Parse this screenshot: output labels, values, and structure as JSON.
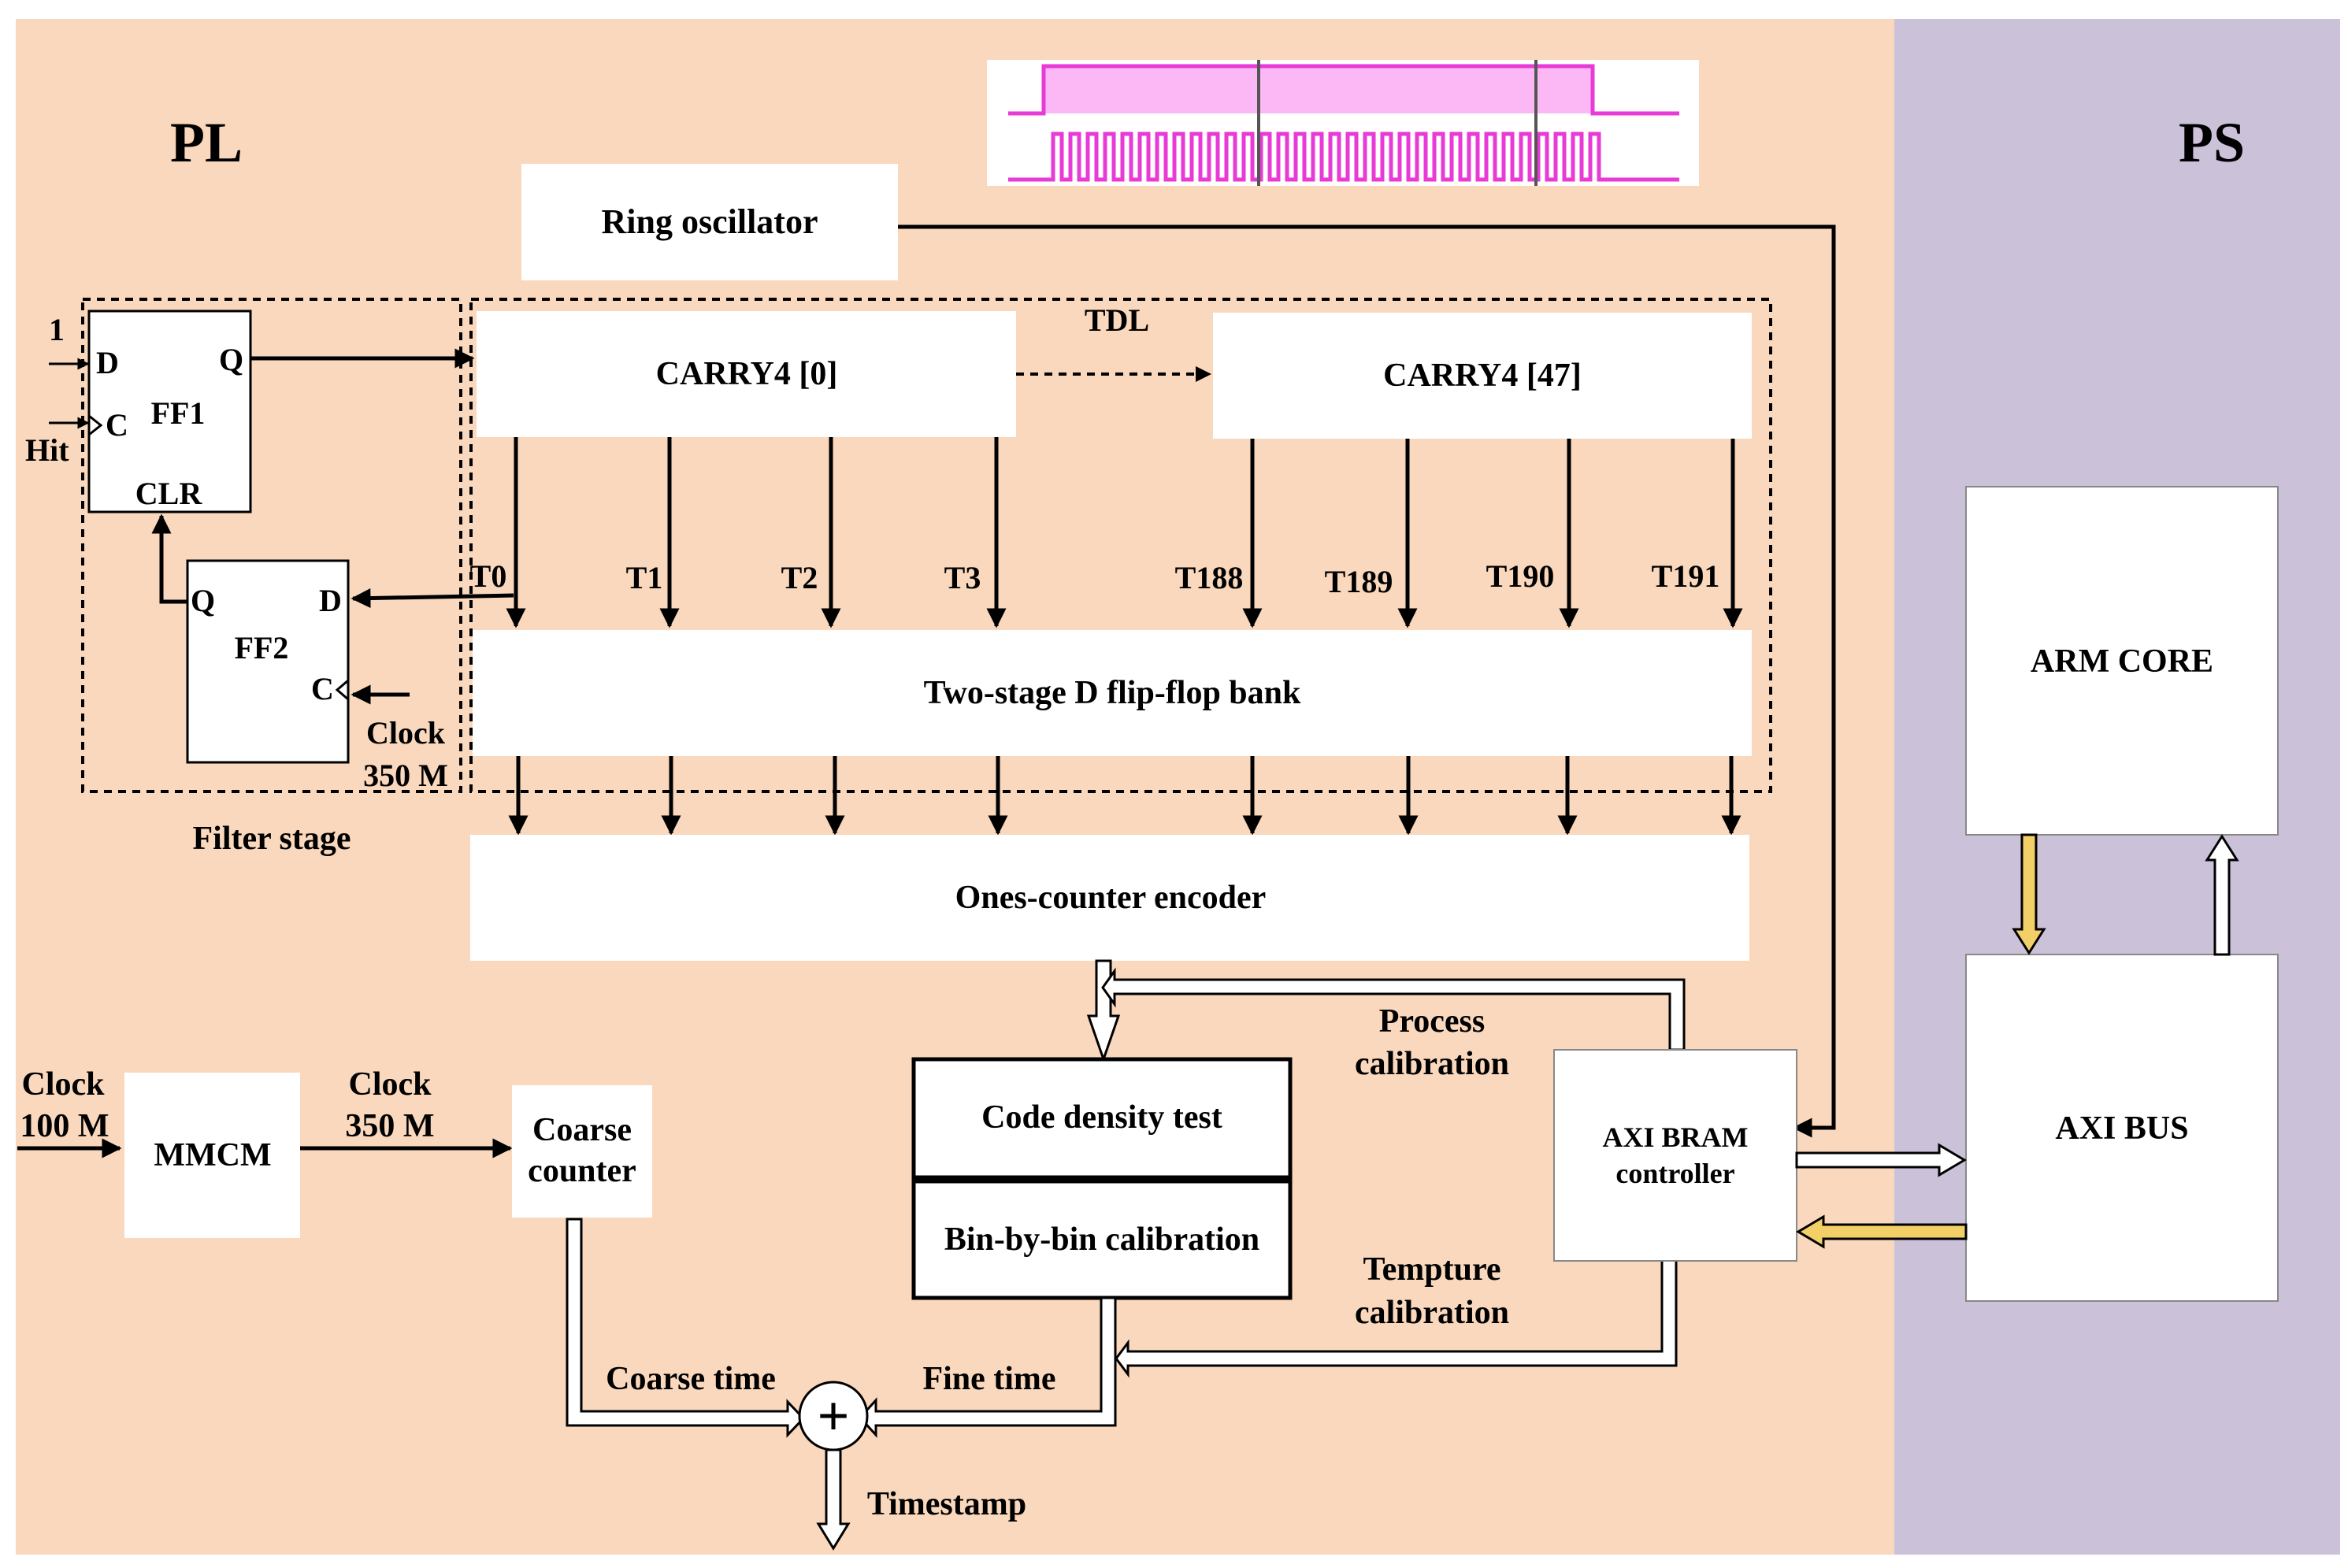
{
  "regions": {
    "pl": "PL",
    "ps": "PS"
  },
  "labels": {
    "ring_oscillator": "Ring oscillator",
    "tdl": "TDL",
    "carry4_first": "CARRY4 [0]",
    "carry4_last": "CARRY4 [47]",
    "ff1": "FF1",
    "ff2": "FF2",
    "input_one": "1",
    "hit": "Hit",
    "pin_d": "D",
    "pin_q": "Q",
    "pin_c": "C",
    "pin_clr": "CLR",
    "clock_350_a": "Clock",
    "clock_350_b": "350 M",
    "filter_stage": "Filter stage",
    "taps": [
      "T0",
      "T1",
      "T2",
      "T3",
      "T188",
      "T189",
      "T190",
      "T191"
    ],
    "ff_bank": "Two-stage D flip-flop bank",
    "encoder": "Ones-counter encoder",
    "code_density": "Code density test",
    "bin_calibration": "Bin-by-bin calibration",
    "process_cal_1": "Process",
    "process_cal_2": "calibration",
    "temp_cal_1": "Tempture",
    "temp_cal_2": "calibration",
    "clock100_a": "Clock",
    "clock100_b": "100 M",
    "mmcm": "MMCM",
    "clock350b_a": "Clock",
    "clock350b_b": "350 M",
    "coarse_counter_1": "Coarse",
    "coarse_counter_2": "counter",
    "coarse_time": "Coarse time",
    "fine_time": "Fine time",
    "adder_symbol": "+",
    "timestamp": "Timestamp",
    "axi_bram_1": "AXI BRAM",
    "axi_bram_2": "controller",
    "arm_core": "ARM CORE",
    "axi_bus": "AXI BUS"
  },
  "colors": {
    "pl_background": "#f9d8bd",
    "ps_background": "#cbc2da",
    "waveform": "#e83ad6",
    "waveform_fill": "#fcb8f4",
    "data_to_ps": "#f2cf67"
  }
}
